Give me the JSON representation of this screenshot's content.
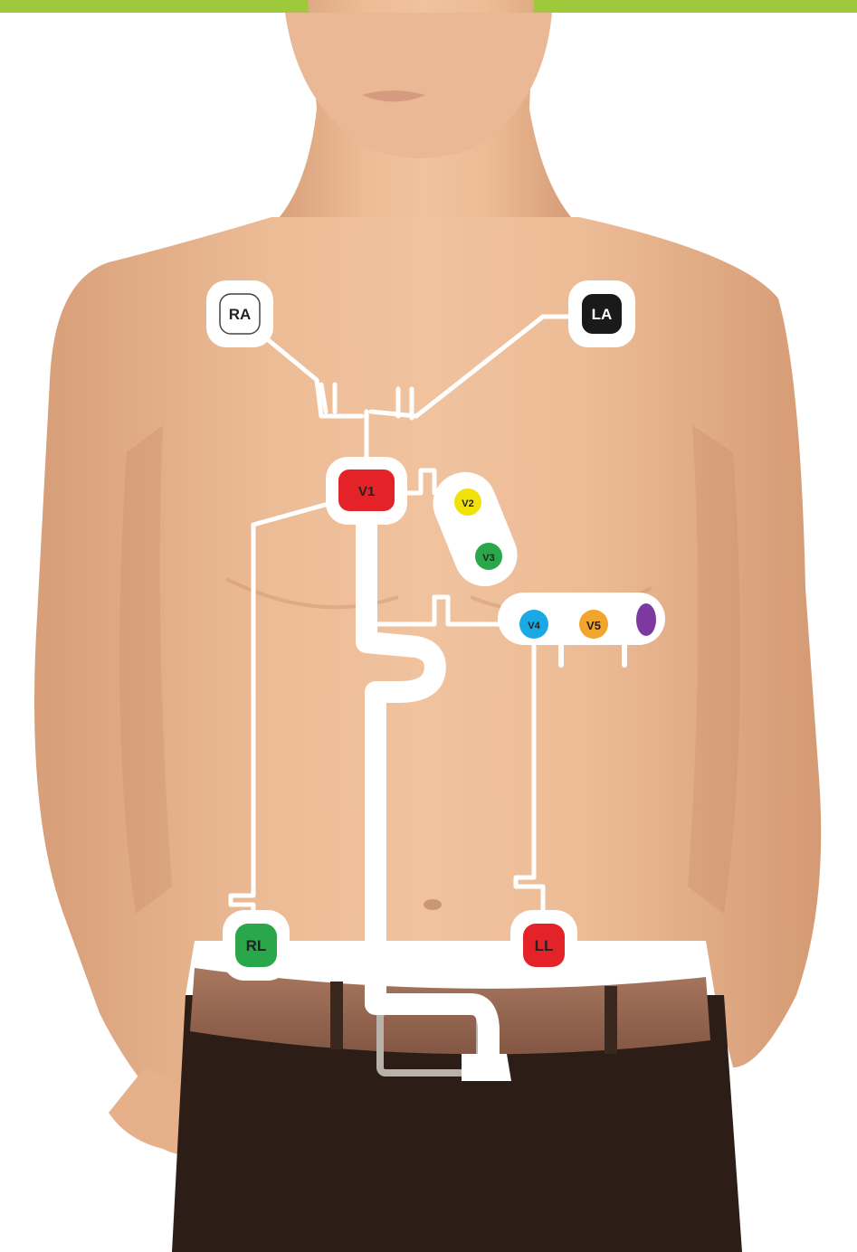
{
  "colors": {
    "top_bar": "#9dc93b",
    "skin": "#e9b58e",
    "skin_shadow": "#c98f6a",
    "belt": "#9b6b55",
    "pants": "#2c1d16",
    "cable": "#ffffff"
  },
  "electrodes": {
    "ra": {
      "label": "RA",
      "color": "#ffffff",
      "text_color": "#222222"
    },
    "la": {
      "label": "LA",
      "color": "#1a1a1a",
      "text_color": "#ffffff"
    },
    "v1": {
      "label": "V1",
      "color": "#e32328",
      "text_color": "#222222"
    },
    "v2": {
      "label": "V2",
      "color": "#f2e20c",
      "text_color": "#222222"
    },
    "v3": {
      "label": "V3",
      "color": "#2aa74a",
      "text_color": "#222222"
    },
    "v4": {
      "label": "V4",
      "color": "#1ba9e6",
      "text_color": "#222222"
    },
    "v5": {
      "label": "V5",
      "color": "#f2a52c",
      "text_color": "#222222"
    },
    "v6": {
      "label": "",
      "color": "#7c3aa0",
      "text_color": "#222222"
    },
    "rl": {
      "label": "RL",
      "color": "#2aa74a",
      "text_color": "#222222"
    },
    "ll": {
      "label": "LL",
      "color": "#e32328",
      "text_color": "#222222"
    }
  }
}
